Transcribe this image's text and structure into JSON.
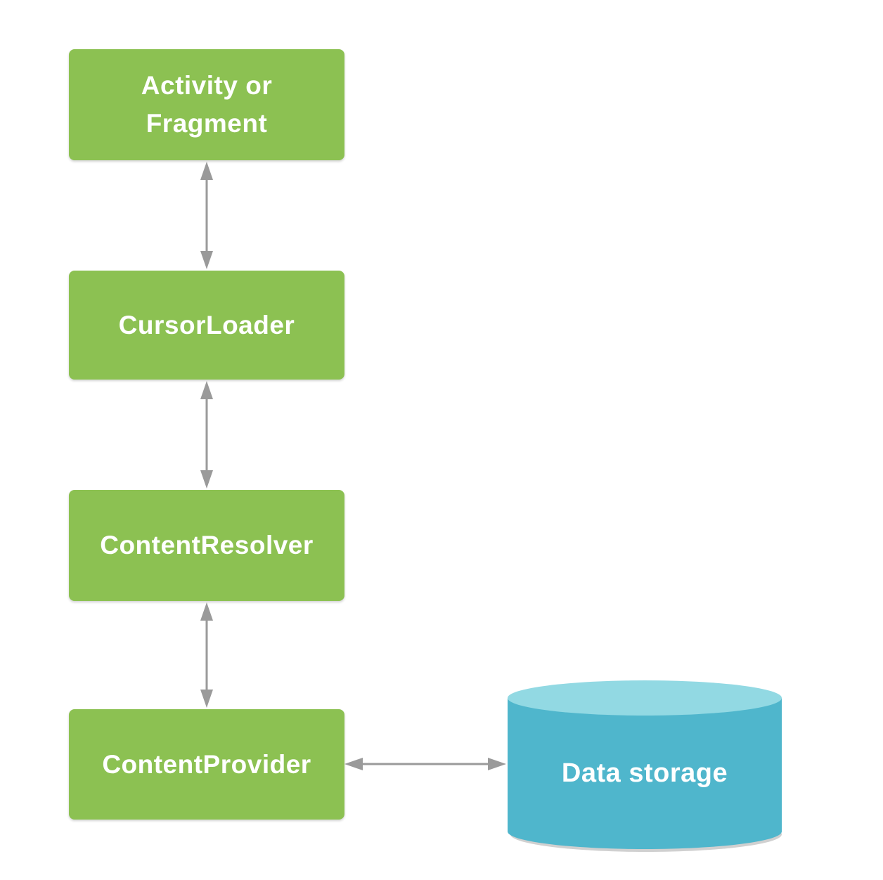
{
  "colors": {
    "node-green": "#8CC152",
    "cylinder-body": "#4FB6CC",
    "cylinder-top": "#92D9E3",
    "arrow-gray": "#9A9A9A",
    "text-white": "#FFFFFF",
    "background": "#FFFFFF"
  },
  "nodes": {
    "activity_fragment": {
      "label": "Activity or\nFragment"
    },
    "cursor_loader": {
      "label": "CursorLoader"
    },
    "content_resolver": {
      "label": "ContentResolver"
    },
    "content_provider": {
      "label": "ContentProvider"
    },
    "data_storage": {
      "label": "Data storage"
    }
  },
  "connections": [
    {
      "from": "activity_fragment",
      "to": "cursor_loader",
      "type": "bidirectional"
    },
    {
      "from": "cursor_loader",
      "to": "content_resolver",
      "type": "bidirectional"
    },
    {
      "from": "content_resolver",
      "to": "content_provider",
      "type": "bidirectional"
    },
    {
      "from": "content_provider",
      "to": "data_storage",
      "type": "bidirectional"
    }
  ]
}
